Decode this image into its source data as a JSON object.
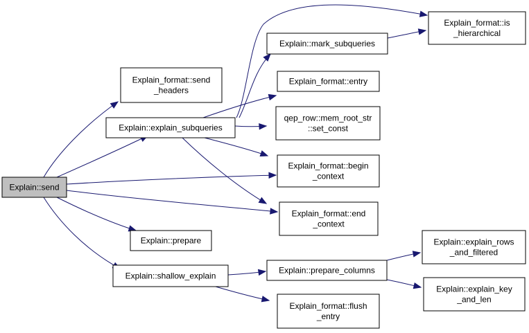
{
  "graph": {
    "edge_color": "#191970",
    "root_fill": "#bfbfbf",
    "nodes": [
      {
        "id": "send",
        "lines": [
          "Explain::send"
        ],
        "root": true
      },
      {
        "id": "send_headers",
        "lines": [
          "Explain_format::send",
          "_headers"
        ]
      },
      {
        "id": "explain_subqueries",
        "lines": [
          "Explain::explain_subqueries"
        ]
      },
      {
        "id": "prepare",
        "lines": [
          "Explain::prepare"
        ]
      },
      {
        "id": "shallow_explain",
        "lines": [
          "Explain::shallow_explain"
        ]
      },
      {
        "id": "is_hierarchical",
        "lines": [
          "Explain_format::is",
          "_hierarchical"
        ]
      },
      {
        "id": "mark_subqueries",
        "lines": [
          "Explain::mark_subqueries"
        ]
      },
      {
        "id": "entry",
        "lines": [
          "Explain_format::entry"
        ]
      },
      {
        "id": "set_const",
        "lines": [
          "qep_row::mem_root_str",
          "::set_const"
        ]
      },
      {
        "id": "begin_context",
        "lines": [
          "Explain_format::begin",
          "_context"
        ]
      },
      {
        "id": "end_context",
        "lines": [
          "Explain_format::end",
          "_context"
        ]
      },
      {
        "id": "prepare_columns",
        "lines": [
          "Explain::prepare_columns"
        ]
      },
      {
        "id": "flush_entry",
        "lines": [
          "Explain_format::flush",
          "_entry"
        ]
      },
      {
        "id": "rows_filtered",
        "lines": [
          "Explain::explain_rows",
          "_and_filtered"
        ]
      },
      {
        "id": "key_len",
        "lines": [
          "Explain::explain_key",
          "_and_len"
        ]
      }
    ],
    "edges": [
      {
        "from": "send",
        "to": "send_headers"
      },
      {
        "from": "send",
        "to": "explain_subqueries"
      },
      {
        "from": "send",
        "to": "begin_context"
      },
      {
        "from": "send",
        "to": "end_context"
      },
      {
        "from": "send",
        "to": "prepare"
      },
      {
        "from": "send",
        "to": "shallow_explain"
      },
      {
        "from": "explain_subqueries",
        "to": "is_hierarchical"
      },
      {
        "from": "explain_subqueries",
        "to": "mark_subqueries"
      },
      {
        "from": "explain_subqueries",
        "to": "entry"
      },
      {
        "from": "explain_subqueries",
        "to": "set_const"
      },
      {
        "from": "explain_subqueries",
        "to": "begin_context"
      },
      {
        "from": "explain_subqueries",
        "to": "end_context"
      },
      {
        "from": "mark_subqueries",
        "to": "is_hierarchical"
      },
      {
        "from": "shallow_explain",
        "to": "prepare_columns"
      },
      {
        "from": "shallow_explain",
        "to": "flush_entry"
      },
      {
        "from": "prepare_columns",
        "to": "rows_filtered"
      },
      {
        "from": "prepare_columns",
        "to": "key_len"
      }
    ]
  }
}
